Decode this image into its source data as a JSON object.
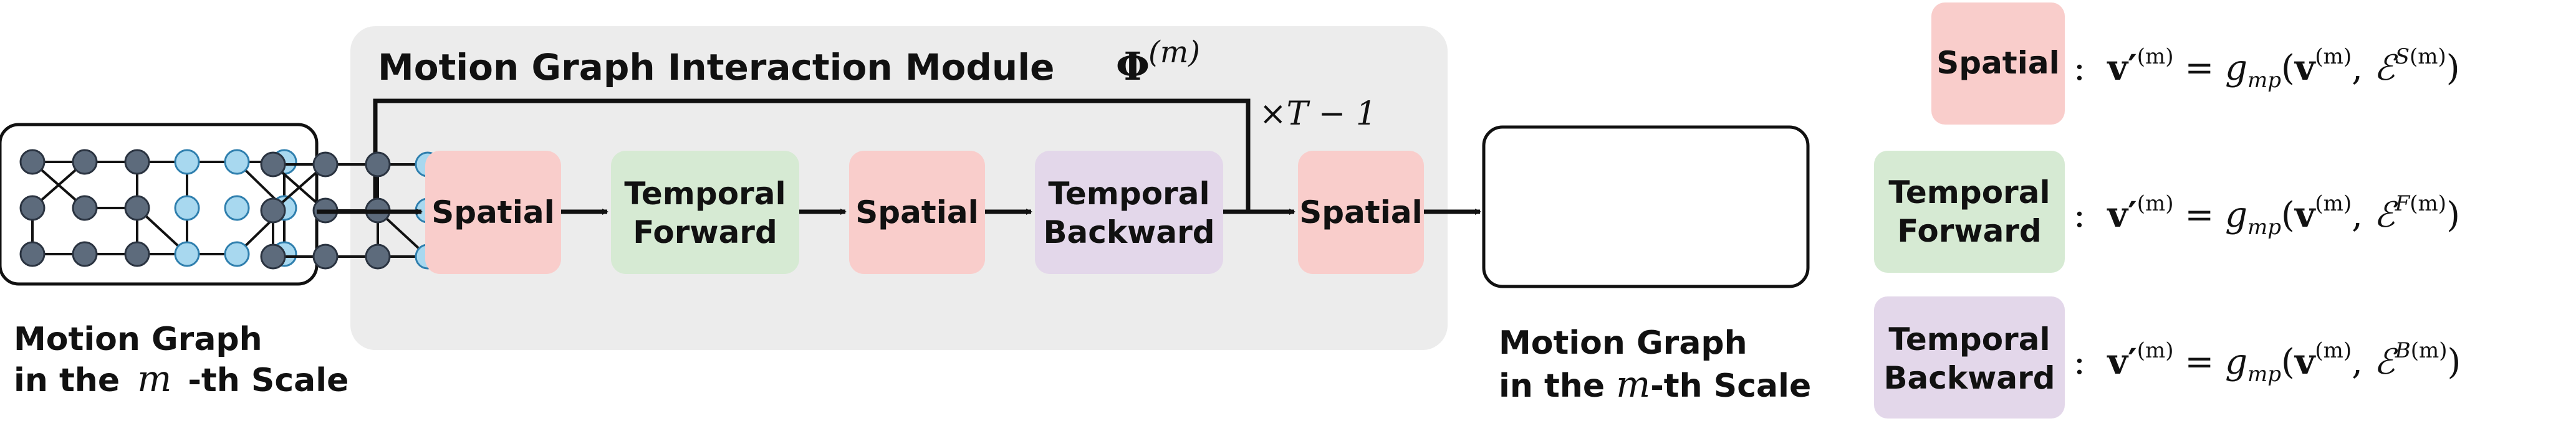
{
  "module": {
    "title": "Motion Graph Interaction Module",
    "title_symbol": "Φ",
    "title_superscript": "(m)",
    "repeat_label": "×T − 1"
  },
  "input_graph": {
    "caption_line1": "Motion Graph",
    "caption_line2_prefix": "in the",
    "caption_line2_var": "m",
    "caption_line2_suffix": "-th Scale"
  },
  "output_graph": {
    "caption_line1": "Motion Graph",
    "caption_line2_prefix": "in the",
    "caption_line2_var": "m",
    "caption_line2_suffix": "-th Scale"
  },
  "pipeline": {
    "spatial_1": "Spatial",
    "temporal_forward_line1": "Temporal",
    "temporal_forward_line2": "Forward",
    "spatial_2": "Spatial",
    "temporal_backward_line1": "Temporal",
    "temporal_backward_line2": "Backward",
    "spatial_3": "Spatial"
  },
  "legend": {
    "spatial_label": "Spatial",
    "forward_line1": "Temporal",
    "forward_line2": "Forward",
    "backward_line1": "Temporal",
    "backward_line2": "Backward",
    "colon": ":",
    "eq_lhs": "v′",
    "eq_mid": " = ",
    "eq_func": "g",
    "eq_func_sub": "mp",
    "eq_open": "(",
    "eq_arg": "v",
    "eq_sep": ", ",
    "eq_set": "ℰ",
    "eq_close": ")",
    "sup_m": "(m)",
    "sup_S": "S",
    "sup_F": "F",
    "sup_B": "B"
  },
  "colors": {
    "spatial": "#f9cdcb",
    "forward": "#d6ead3",
    "backward": "#e3d7ea",
    "module_bg": "#ececec",
    "node_dark": "#5d6b7c",
    "node_light": "#a8d8ef",
    "node_light_stroke": "#2f7fae"
  }
}
